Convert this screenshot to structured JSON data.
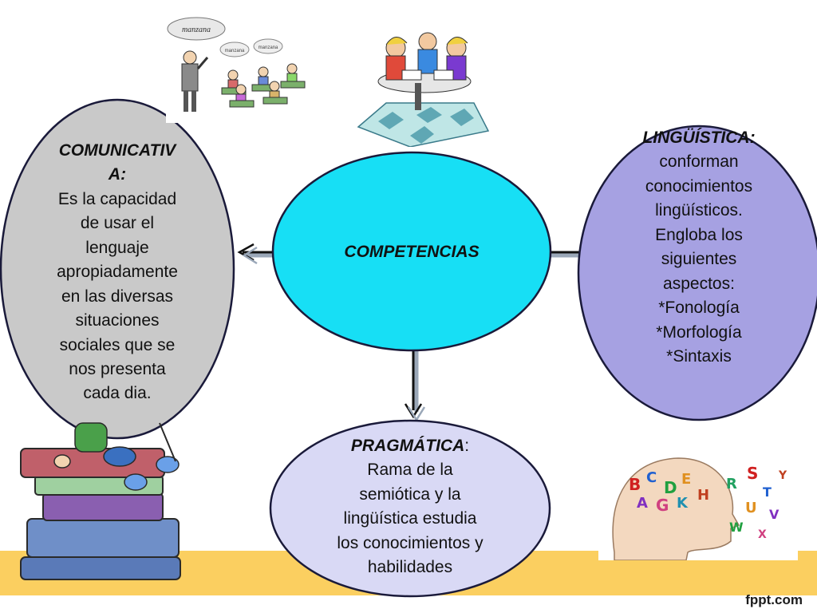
{
  "colors": {
    "background": "#ffffff",
    "band": "#fbcf60",
    "center_fill": "#17dff5",
    "left_fill": "#c9c9c9",
    "right_fill": "#a6a1e2",
    "bottom_fill": "#d9d9f5",
    "node_border": "#1a1a3a"
  },
  "center": {
    "label": "COMPETENCIAS"
  },
  "left": {
    "title_line1": "COMUNICATIV",
    "title_line2": "A:",
    "lines": [
      "Es la capacidad",
      "de usar el",
      "lenguaje",
      "apropiadamente",
      "en las diversas",
      "situaciones",
      "sociales que se",
      "nos presenta",
      "cada dia."
    ]
  },
  "right": {
    "title": "LINGÜÍSTICA:",
    "lines": [
      "conforman",
      "conocimientos",
      "lingüísticos.",
      "Engloba los",
      "siguientes",
      "aspectos:",
      "*Fonología",
      "*Morfología",
      "*Sintaxis"
    ]
  },
  "bottom": {
    "title": "PRAGMÁTICA",
    "title_suffix": ":",
    "lines": [
      "Rama de la",
      "semiótica  y la",
      "lingüística estudia",
      "los conocimientos y",
      "habilidades"
    ]
  },
  "illustrations": {
    "teacher_bubble": "manzana",
    "student_bubble_1": "manzana",
    "student_bubble_2": "manzana"
  },
  "footer": {
    "brand": "fppt.com"
  }
}
